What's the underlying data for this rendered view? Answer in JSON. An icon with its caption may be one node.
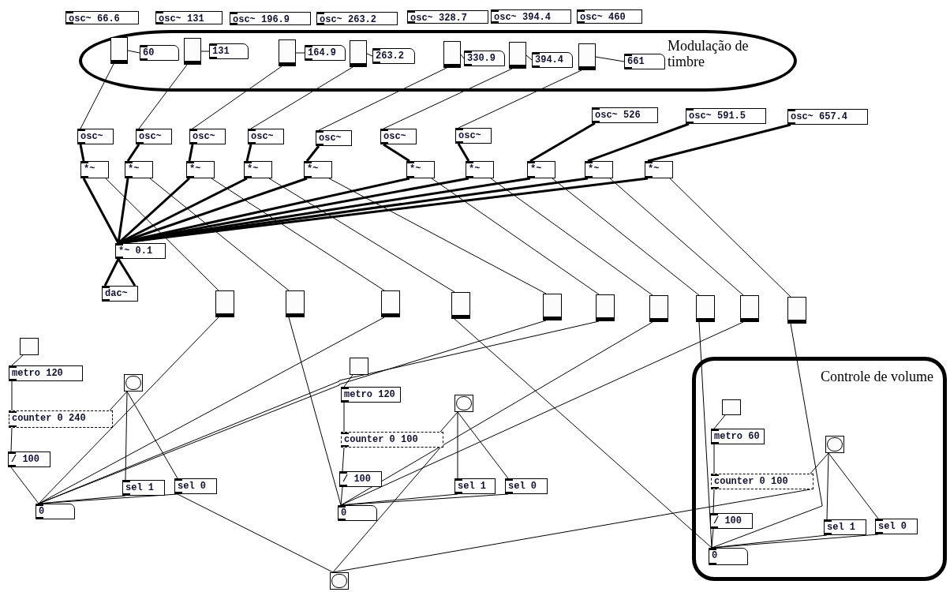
{
  "diagram": {
    "nodes": [
      {
        "text": [
          "osc~ 66.6"
        ]
      },
      {
        "text": [
          "osc~ 131"
        ]
      },
      {
        "text": [
          "osc~ 196.9"
        ]
      },
      {
        "text": [
          "osc~ 263.2"
        ]
      },
      {
        "text": [
          "osc~ 328.7"
        ]
      },
      {
        "text": [
          "osc~ 394.4"
        ]
      },
      {
        "text": [
          "osc~ 460"
        ]
      },
      {
        "text": [
          "Modulação de timbre"
        ]
      },
      {
        "text": [],
        "shape": "slider",
        "in": 7
      },
      {
        "text": [
          "60"
        ],
        "in": 7
      },
      {
        "text": [],
        "shape": "slider",
        "in": 7
      },
      {
        "text": [
          "131"
        ],
        "in": 7
      },
      {
        "text": [],
        "shape": "slider",
        "in": 7
      },
      {
        "text": [
          "164.9"
        ],
        "in": 7
      },
      {
        "text": [],
        "shape": "slider",
        "in": 7
      },
      {
        "text": [
          "263.2"
        ],
        "in": 7
      },
      {
        "text": [],
        "shape": "slider",
        "in": 7
      },
      {
        "text": [
          "330.9"
        ],
        "in": 7
      },
      {
        "text": [],
        "shape": "slider",
        "in": 7
      },
      {
        "text": [
          "394.4"
        ],
        "in": 7
      },
      {
        "text": [],
        "shape": "slider",
        "in": 7
      },
      {
        "text": [
          "661"
        ],
        "in": 7
      },
      {
        "text": [
          "osc~"
        ]
      },
      {
        "text": [
          "osc~"
        ]
      },
      {
        "text": [
          "osc~"
        ]
      },
      {
        "text": [
          "osc~"
        ]
      },
      {
        "text": [
          "osc~"
        ]
      },
      {
        "text": [
          "osc~"
        ]
      },
      {
        "text": [
          "osc~"
        ]
      },
      {
        "text": [
          "osc~ 526"
        ]
      },
      {
        "text": [
          "osc~ 591.5"
        ]
      },
      {
        "text": [
          "osc~ 657.4"
        ]
      },
      {
        "text": [
          "*~"
        ]
      },
      {
        "text": [
          "*~"
        ]
      },
      {
        "text": [
          "*~"
        ]
      },
      {
        "text": [
          "*~"
        ]
      },
      {
        "text": [
          "*~"
        ]
      },
      {
        "text": [
          "*~"
        ]
      },
      {
        "text": [
          "*~"
        ]
      },
      {
        "text": [
          "*~"
        ]
      },
      {
        "text": [
          "*~"
        ]
      },
      {
        "text": [
          "*~"
        ]
      },
      {
        "text": [
          "*~ 0.1"
        ]
      },
      {
        "text": [
          "dac~"
        ]
      },
      {
        "text": [],
        "shape": "slider"
      },
      {
        "text": [],
        "shape": "slider"
      },
      {
        "text": [],
        "shape": "slider"
      },
      {
        "text": [],
        "shape": "slider"
      },
      {
        "text": [],
        "shape": "slider"
      },
      {
        "text": [],
        "shape": "slider"
      },
      {
        "text": [],
        "shape": "slider"
      },
      {
        "text": [],
        "shape": "slider"
      },
      {
        "text": [],
        "shape": "slider"
      },
      {
        "text": [],
        "shape": "slider"
      },
      {
        "text": [],
        "shape": "box"
      },
      {
        "text": [
          "metro 120"
        ]
      },
      {
        "text": [],
        "shape": "circle"
      },
      {
        "text": [
          "counter 0 240"
        ]
      },
      {
        "text": [
          "/ 100"
        ]
      },
      {
        "text": [
          "sel 1"
        ]
      },
      {
        "text": [
          "sel 0"
        ]
      },
      {
        "text": [
          "0"
        ]
      },
      {
        "text": [],
        "shape": "box"
      },
      {
        "text": [
          "metro 120"
        ]
      },
      {
        "text": [],
        "shape": "circle"
      },
      {
        "text": [
          "counter 0 100"
        ]
      },
      {
        "text": [
          "/ 100"
        ]
      },
      {
        "text": [
          "sel 1"
        ]
      },
      {
        "text": [
          "sel 0"
        ]
      },
      {
        "text": [
          "0"
        ]
      },
      {
        "text": [
          "Controle de volume"
        ]
      },
      {
        "text": [],
        "shape": "box",
        "in": 70
      },
      {
        "text": [
          "metro 60"
        ],
        "in": 70
      },
      {
        "text": [],
        "shape": "circle",
        "in": 70
      },
      {
        "text": [
          "counter 0 100"
        ],
        "in": 70
      },
      {
        "text": [
          "/ 100"
        ],
        "in": 70
      },
      {
        "text": [
          "sel 1"
        ],
        "in": 70
      },
      {
        "text": [
          "sel 0"
        ],
        "in": 70
      },
      {
        "text": [
          "0"
        ],
        "in": 70
      },
      {
        "text": [],
        "shape": "circle"
      }
    ],
    "edges": [
      {
        "from": 8,
        "to": 9,
        "arrow": "none"
      },
      {
        "from": 10,
        "to": 11,
        "arrow": "none"
      },
      {
        "from": 12,
        "to": 13,
        "arrow": "none"
      },
      {
        "from": 14,
        "to": 15,
        "arrow": "none"
      },
      {
        "from": 16,
        "to": 17,
        "arrow": "none"
      },
      {
        "from": 18,
        "to": 19,
        "arrow": "none"
      },
      {
        "from": 20,
        "to": 21,
        "arrow": "none"
      },
      {
        "from": 8,
        "to": 22,
        "arrow": "none"
      },
      {
        "from": 10,
        "to": 23,
        "arrow": "none"
      },
      {
        "from": 12,
        "to": 24,
        "arrow": "none"
      },
      {
        "from": 14,
        "to": 25,
        "arrow": "none"
      },
      {
        "from": 16,
        "to": 26,
        "arrow": "none"
      },
      {
        "from": 18,
        "to": 27,
        "arrow": "none"
      },
      {
        "from": 20,
        "to": 28,
        "arrow": "none"
      },
      {
        "from": 22,
        "to": 32,
        "arrow": "none",
        "style": "thick"
      },
      {
        "from": 23,
        "to": 33,
        "arrow": "none",
        "style": "thick"
      },
      {
        "from": 24,
        "to": 34,
        "arrow": "none",
        "style": "thick"
      },
      {
        "from": 25,
        "to": 35,
        "arrow": "none",
        "style": "thick"
      },
      {
        "from": 26,
        "to": 36,
        "arrow": "none",
        "style": "thick"
      },
      {
        "from": 27,
        "to": 37,
        "arrow": "none",
        "style": "thick"
      },
      {
        "from": 28,
        "to": 38,
        "arrow": "none",
        "style": "thick"
      },
      {
        "from": 29,
        "to": 39,
        "arrow": "none",
        "style": "thick"
      },
      {
        "from": 30,
        "to": 40,
        "arrow": "none",
        "style": "thick"
      },
      {
        "from": 31,
        "to": 41,
        "arrow": "none",
        "style": "thick"
      },
      {
        "from": 32,
        "to": 42,
        "arrow": "none",
        "style": "thick"
      },
      {
        "from": 33,
        "to": 42,
        "arrow": "none",
        "style": "thick"
      },
      {
        "from": 34,
        "to": 42,
        "arrow": "none",
        "style": "thick"
      },
      {
        "from": 35,
        "to": 42,
        "arrow": "none",
        "style": "thick"
      },
      {
        "from": 36,
        "to": 42,
        "arrow": "none",
        "style": "thick"
      },
      {
        "from": 37,
        "to": 42,
        "arrow": "none",
        "style": "thick"
      },
      {
        "from": 38,
        "to": 42,
        "arrow": "none",
        "style": "thick"
      },
      {
        "from": 39,
        "to": 42,
        "arrow": "none",
        "style": "thick"
      },
      {
        "from": 40,
        "to": 42,
        "arrow": "none",
        "style": "thick"
      },
      {
        "from": 41,
        "to": 42,
        "arrow": "none",
        "style": "thick"
      },
      {
        "from": 42,
        "to": 43,
        "arrow": "none",
        "style": "thick"
      },
      {
        "from": 42,
        "to": 43,
        "arrow": "none",
        "style": "thick"
      },
      {
        "from": 44,
        "to": 32,
        "arrow": "none"
      },
      {
        "from": 45,
        "to": 33,
        "arrow": "none"
      },
      {
        "from": 46,
        "to": 34,
        "arrow": "none"
      },
      {
        "from": 47,
        "to": 35,
        "arrow": "none"
      },
      {
        "from": 48,
        "to": 36,
        "arrow": "none"
      },
      {
        "from": 49,
        "to": 37,
        "arrow": "none"
      },
      {
        "from": 50,
        "to": 38,
        "arrow": "none"
      },
      {
        "from": 51,
        "to": 39,
        "arrow": "none"
      },
      {
        "from": 52,
        "to": 40,
        "arrow": "none"
      },
      {
        "from": 53,
        "to": 41,
        "arrow": "none"
      },
      {
        "from": 54,
        "to": 55,
        "arrow": "none"
      },
      {
        "from": 55,
        "to": 57,
        "arrow": "none"
      },
      {
        "from": 57,
        "to": 58,
        "arrow": "none"
      },
      {
        "from": 58,
        "to": 61,
        "arrow": "none"
      },
      {
        "from": 56,
        "to": 57,
        "arrow": "none"
      },
      {
        "from": 56,
        "to": 59,
        "arrow": "none"
      },
      {
        "from": 56,
        "to": 60,
        "arrow": "none"
      },
      {
        "from": 61,
        "to": 59,
        "arrow": "none"
      },
      {
        "from": 61,
        "to": 60,
        "arrow": "none"
      },
      {
        "from": 62,
        "to": 63,
        "arrow": "none"
      },
      {
        "from": 63,
        "to": 65,
        "arrow": "none"
      },
      {
        "from": 65,
        "to": 66,
        "arrow": "none"
      },
      {
        "from": 66,
        "to": 69,
        "arrow": "none"
      },
      {
        "from": 64,
        "to": 65,
        "arrow": "none"
      },
      {
        "from": 64,
        "to": 67,
        "arrow": "none"
      },
      {
        "from": 64,
        "to": 68,
        "arrow": "none"
      },
      {
        "from": 69,
        "to": 67,
        "arrow": "none"
      },
      {
        "from": 69,
        "to": 68,
        "arrow": "none"
      },
      {
        "from": 71,
        "to": 72,
        "arrow": "none"
      },
      {
        "from": 72,
        "to": 74,
        "arrow": "none"
      },
      {
        "from": 74,
        "to": 75,
        "arrow": "none"
      },
      {
        "from": 75,
        "to": 78,
        "arrow": "none"
      },
      {
        "from": 73,
        "to": 74,
        "arrow": "none"
      },
      {
        "from": 73,
        "to": 76,
        "arrow": "none"
      },
      {
        "from": 73,
        "to": 77,
        "arrow": "none"
      },
      {
        "from": 78,
        "to": 76,
        "arrow": "none"
      },
      {
        "from": 78,
        "to": 77,
        "arrow": "none"
      },
      {
        "from": 60,
        "to": 79,
        "arrow": "none"
      },
      {
        "from": 79,
        "to": 65,
        "arrow": "none"
      },
      {
        "from": 79,
        "to": 74,
        "arrow": "none"
      },
      {
        "from": 61,
        "to": 44,
        "arrow": "none"
      },
      {
        "from": 61,
        "to": 46,
        "arrow": "none"
      },
      {
        "from": 61,
        "to": 48,
        "arrow": "none"
      },
      {
        "from": 61,
        "to": 49,
        "arrow": "none"
      },
      {
        "from": 69,
        "to": 45,
        "arrow": "none"
      },
      {
        "from": 69,
        "to": 50,
        "arrow": "none"
      },
      {
        "from": 69,
        "to": 52,
        "arrow": "none"
      },
      {
        "from": 78,
        "to": 47,
        "arrow": "none"
      },
      {
        "from": 78,
        "to": 51,
        "arrow": "none"
      },
      {
        "from": 78,
        "to": 53,
        "arrow": "none"
      }
    ]
  }
}
